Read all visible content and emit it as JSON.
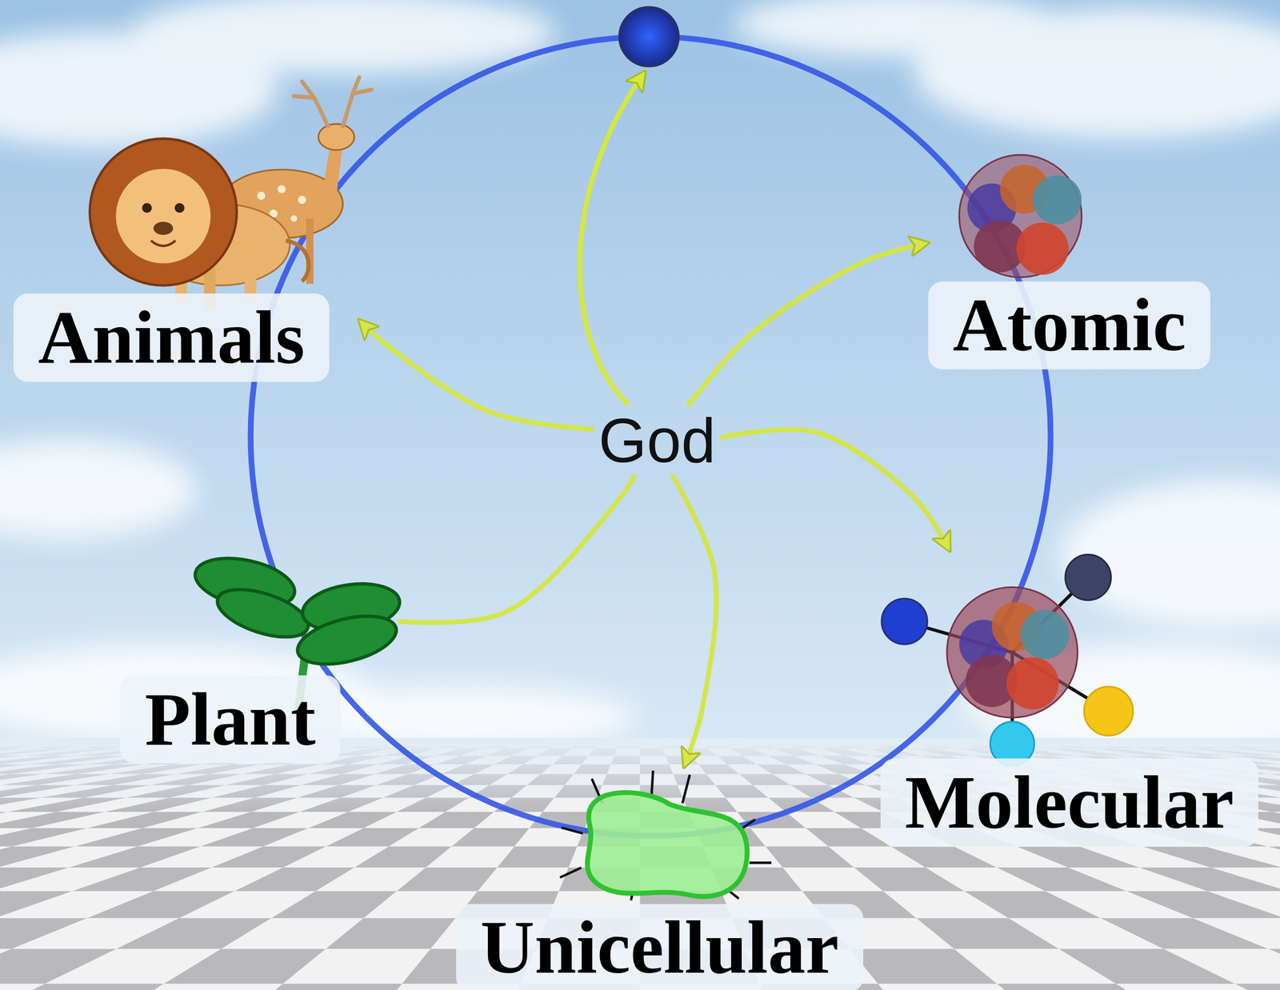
{
  "diagram": {
    "nodes": [
      {
        "text": [
          "Animals"
        ]
      },
      {
        "text": [
          "Atomic"
        ]
      },
      {
        "text": [
          "God"
        ]
      },
      {
        "text": [
          "Plant"
        ]
      },
      {
        "text": [
          "Molecular"
        ]
      },
      {
        "text": [
          "Unicellular"
        ]
      }
    ],
    "edges": [
      {
        "from": 2,
        "to": 0,
        "arrow": "to"
      },
      {
        "from": 2,
        "to": 1,
        "arrow": "to"
      },
      {
        "from": 2,
        "to": 4,
        "arrow": "to"
      },
      {
        "from": 2,
        "to": 5,
        "arrow": "to"
      },
      {
        "from": 2,
        "to": 3,
        "arrow": "none"
      }
    ]
  }
}
